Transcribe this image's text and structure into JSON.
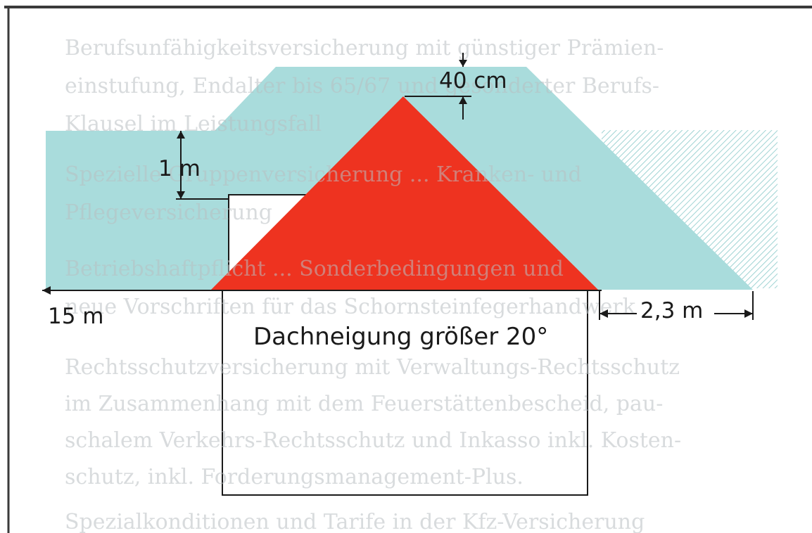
{
  "labels": {
    "roof_clearance": "40 cm",
    "lower_offset": "1 m",
    "horizontal_left": "15 m",
    "horizontal_right": "2,3 m",
    "roof_pitch": "Dachneigung größer 20°"
  },
  "colors": {
    "zone": "#a9dcdc",
    "roof": "#ee3320",
    "building": "#ffffff",
    "frame": "#3a3a3a",
    "line": "#1a1a1a"
  }
}
